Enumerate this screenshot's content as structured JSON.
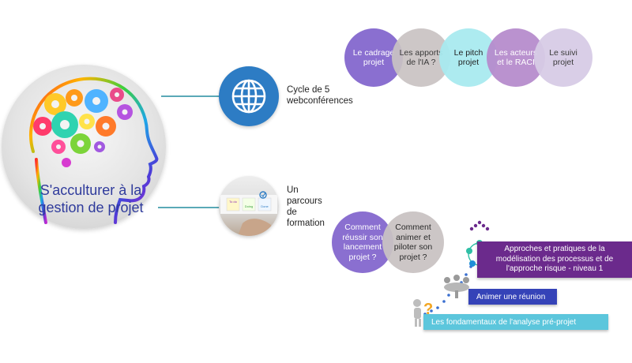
{
  "main": {
    "title": "S'acculturer à la gestion de projet"
  },
  "branches": [
    {
      "label": "Cycle de 5 webconférences",
      "icon": "globe-icon"
    },
    {
      "label": "Un parcours de formation",
      "icon": "sticky-notes-photo"
    }
  ],
  "webconferences": [
    {
      "label": "Le cadrage projet",
      "color": "#8a6fd0"
    },
    {
      "label": "Les apports de l'IA ?",
      "color": "#c9c2c2"
    },
    {
      "label": "Le pitch projet",
      "color": "#a8eaef"
    },
    {
      "label": "Les acteurs et le RACI",
      "color": "#b68bcc"
    },
    {
      "label": "Le suivi projet",
      "color": "#d7cbe6"
    }
  ],
  "questions": [
    {
      "label": "Comment réussir son lancement projet ?",
      "color": "#8a6fd0"
    },
    {
      "label": "Comment animer et piloter son projet ?",
      "color": "#c9c2c2"
    }
  ],
  "steps": [
    {
      "label": "Approches et pratiques de la modélisation des processus et de l'approche risque - niveau 1",
      "color": "#6b2a8c",
      "icon": "process-cycle-icon"
    },
    {
      "label": "Animer une réunion",
      "color": "#3543b8",
      "icon": "meeting-icon"
    },
    {
      "label": "Les fondamentaux de l'analyse pré-projet",
      "color": "#5cc6dc",
      "icon": "question-figure-icon"
    }
  ],
  "photo_notes": [
    "To do",
    "Doing",
    "Done"
  ]
}
